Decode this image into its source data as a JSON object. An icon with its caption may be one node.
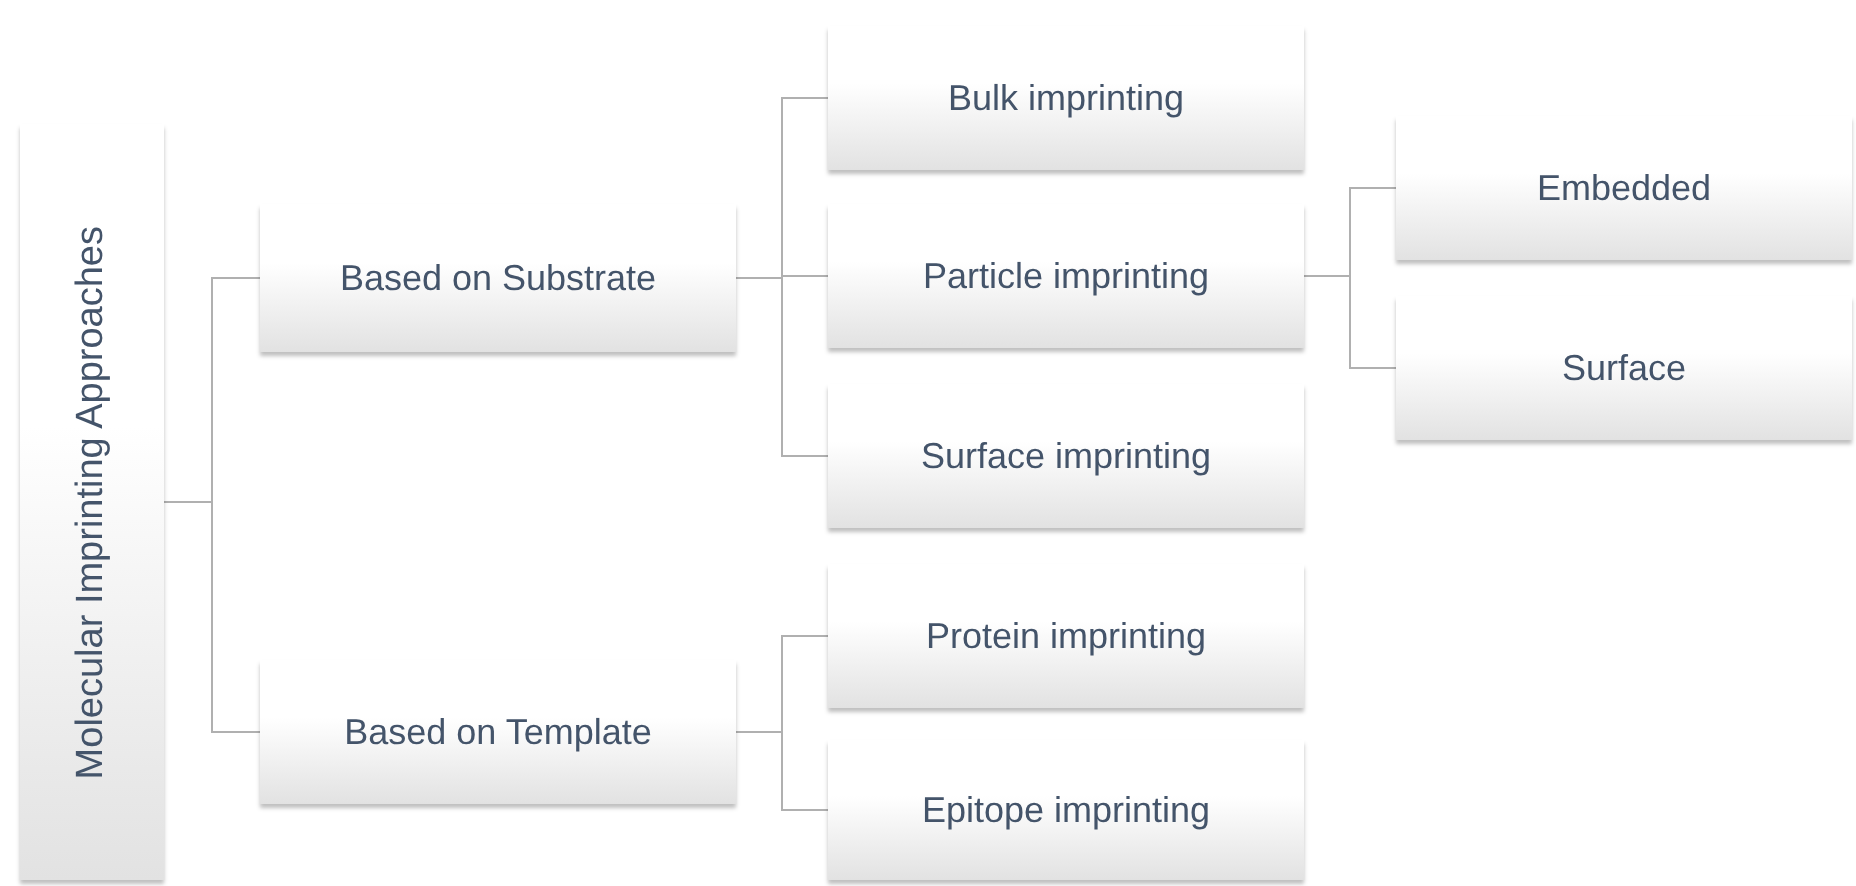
{
  "diagram": {
    "nodes": [
      {
        "text": [
          "Molecular Imprinting Approaches"
        ]
      },
      {
        "text": [
          "Based on Substrate"
        ]
      },
      {
        "text": [
          "Bulk imprinting"
        ]
      },
      {
        "text": [
          "Particle imprinting"
        ]
      },
      {
        "text": [
          "Embedded"
        ]
      },
      {
        "text": [
          "Surface"
        ]
      },
      {
        "text": [
          "Surface imprinting"
        ]
      },
      {
        "text": [
          "Based on Template"
        ]
      },
      {
        "text": [
          "Protein imprinting"
        ]
      },
      {
        "text": [
          "Epitope imprinting"
        ]
      }
    ],
    "edges": [
      {
        "from": 0,
        "to": 1,
        "arrow": "none"
      },
      {
        "from": 0,
        "to": 7,
        "arrow": "none"
      },
      {
        "from": 1,
        "to": 2,
        "arrow": "none"
      },
      {
        "from": 1,
        "to": 3,
        "arrow": "none"
      },
      {
        "from": 1,
        "to": 6,
        "arrow": "none"
      },
      {
        "from": 3,
        "to": 4,
        "arrow": "none"
      },
      {
        "from": 3,
        "to": 5,
        "arrow": "none"
      },
      {
        "from": 7,
        "to": 8,
        "arrow": "none"
      },
      {
        "from": 7,
        "to": 9,
        "arrow": "none"
      }
    ]
  }
}
